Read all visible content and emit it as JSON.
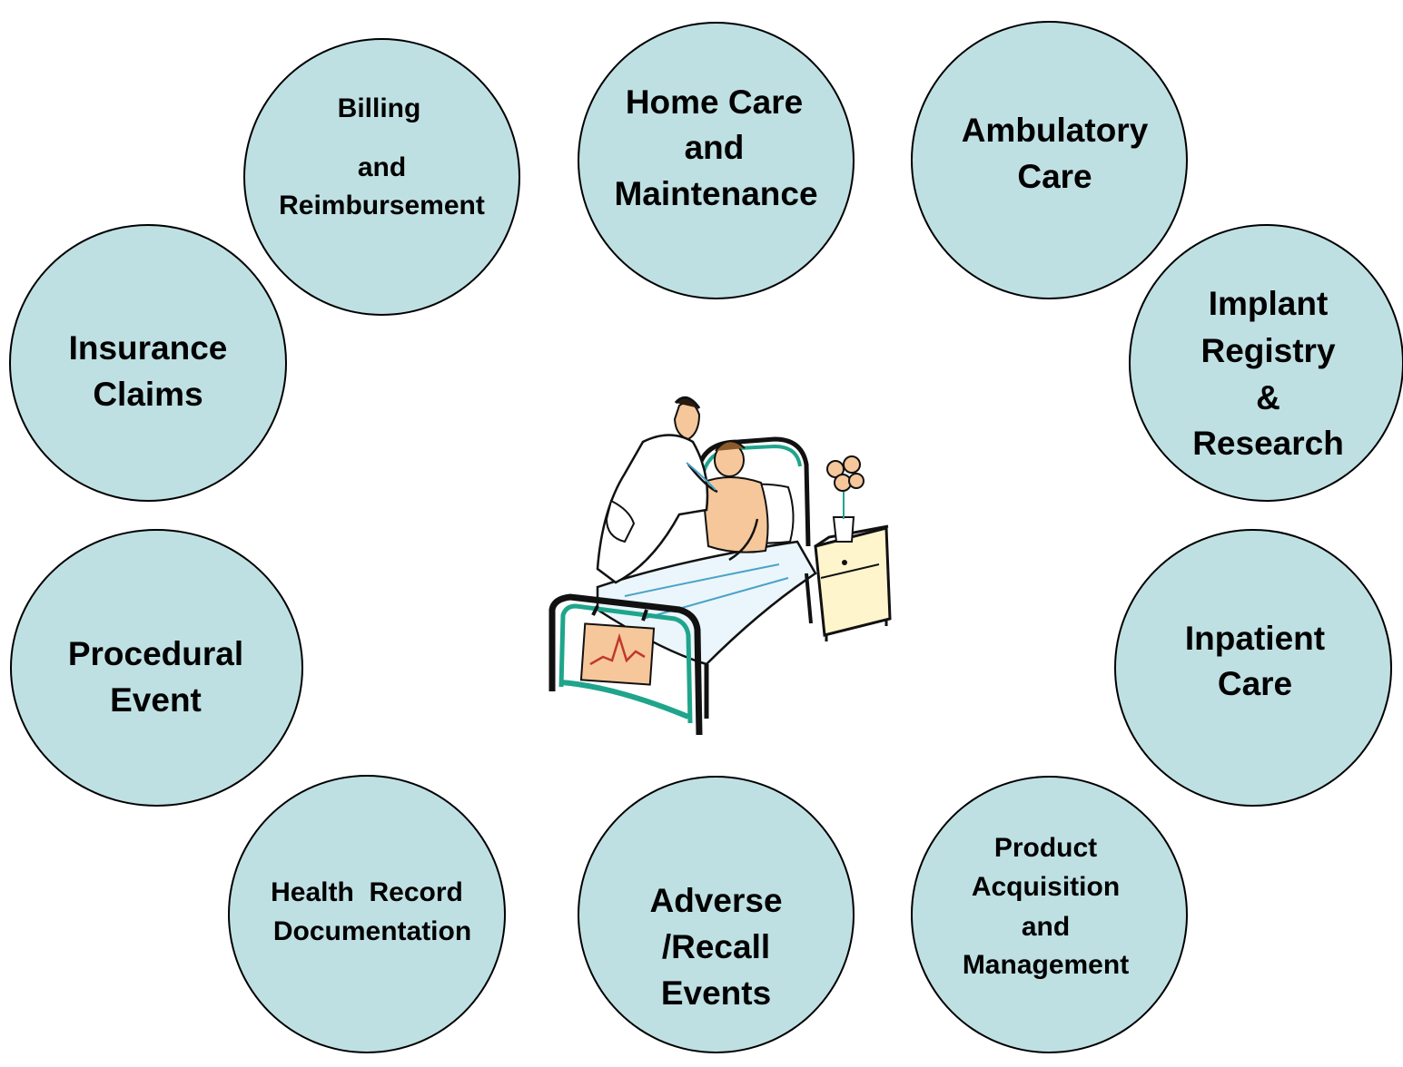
{
  "colors": {
    "circle_fill": "#bfe0e3",
    "circle_stroke": "#000000",
    "accent_teal": "#1fa58c",
    "skin": "#f6c79a"
  },
  "illustration": {
    "icon": "doctor-examining-patient-in-hospital-bed-icon"
  },
  "circles": {
    "billing": {
      "lines": [
        "Billing",
        "and",
        "Reimbursement"
      ]
    },
    "home_care": {
      "lines": [
        "Home Care",
        "and",
        "Maintenance"
      ]
    },
    "ambulatory": {
      "lines": [
        "Ambulatory",
        "Care"
      ]
    },
    "implant": {
      "lines": [
        "Implant",
        "Registry",
        "&",
        "Research"
      ]
    },
    "inpatient": {
      "lines": [
        "Inpatient",
        "Care"
      ]
    },
    "product": {
      "lines": [
        "Product",
        "Acquisition",
        "and",
        "Management"
      ]
    },
    "adverse": {
      "lines": [
        "Adverse",
        "/Recall",
        "Events"
      ]
    },
    "health_record": {
      "lines": [
        "Health  Record",
        "Documentation"
      ]
    },
    "procedural": {
      "lines": [
        "Procedural",
        "Event"
      ]
    },
    "insurance": {
      "lines": [
        "Insurance",
        "Claims"
      ]
    }
  }
}
